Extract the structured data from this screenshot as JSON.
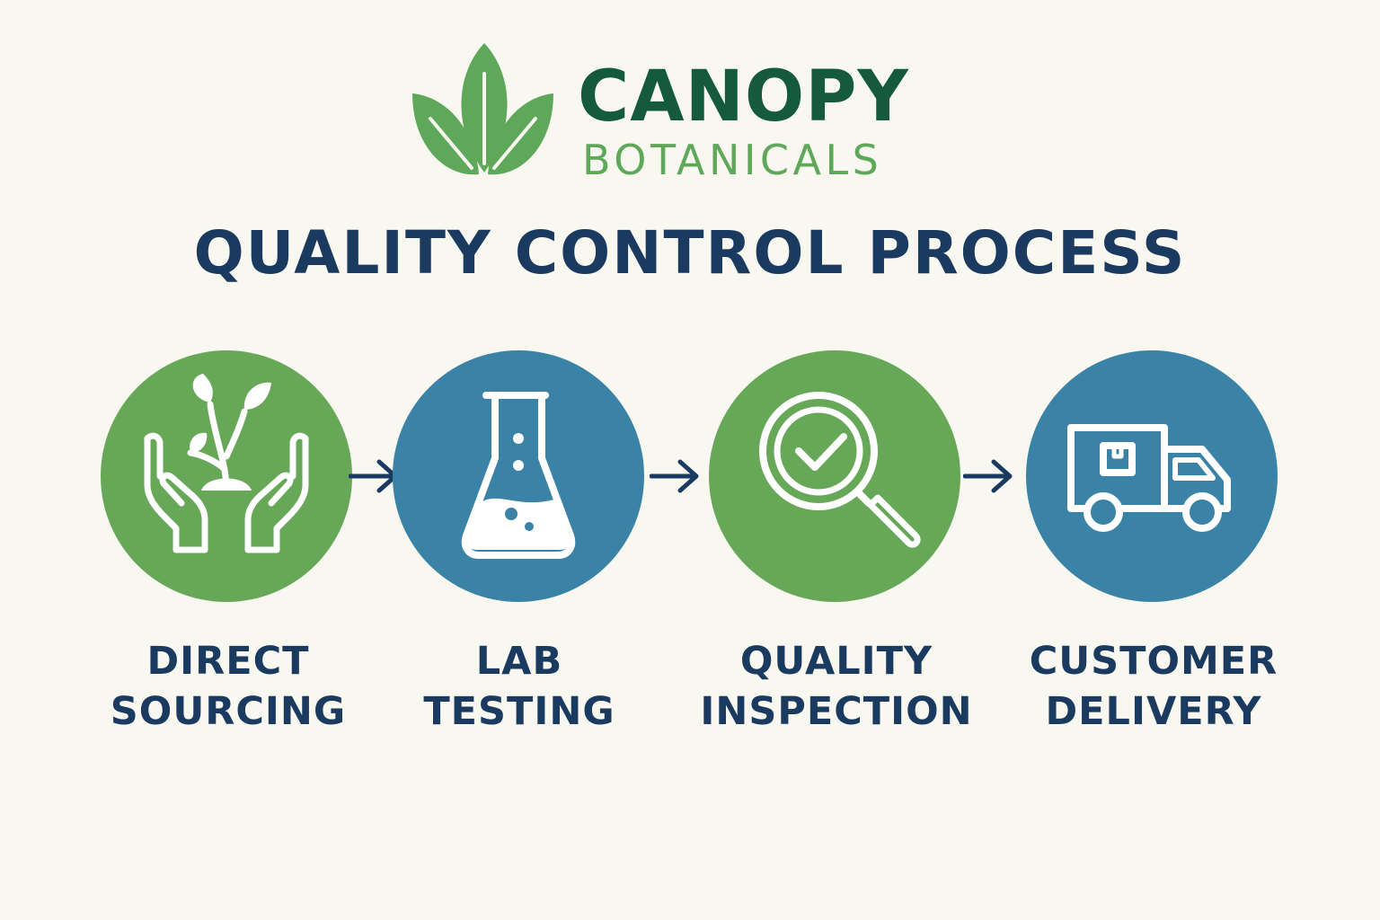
{
  "brand": {
    "name": "CANOPY",
    "subtitle": "BOTANICALS",
    "icon": "three-leaves-icon",
    "colors": {
      "dark_green": "#155a3a",
      "light_green": "#5fa85a"
    }
  },
  "title": "QUALITY CONTROL PROCESS",
  "colors": {
    "title": "#1b3a60",
    "green_circle": "#66a857",
    "blue_circle": "#3a83a7",
    "arrow": "#1b3a60",
    "background": "#f8f8f1"
  },
  "steps": [
    {
      "line1": "DIRECT",
      "line2": "SOURCING",
      "icon": "hands-holding-plant-icon",
      "color": "#66a857"
    },
    {
      "line1": "LAB",
      "line2": "TESTING",
      "icon": "flask-icon",
      "color": "#3a83a7"
    },
    {
      "line1": "QUALITY",
      "line2": "INSPECTION",
      "icon": "magnifier-check-icon",
      "color": "#66a857"
    },
    {
      "line1": "CUSTOMER",
      "line2": "DELIVERY",
      "icon": "delivery-truck-icon",
      "color": "#3a83a7"
    }
  ],
  "connectors": [
    "arrow-right-icon",
    "arrow-right-icon",
    "arrow-right-icon"
  ]
}
